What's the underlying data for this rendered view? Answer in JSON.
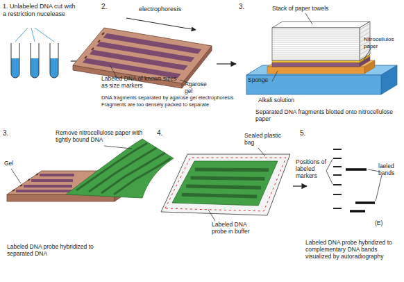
{
  "diagram": {
    "labels": [
      "1. Unlabeled DNA cut with a restriction nucelease",
      "2.",
      "electrophoresis",
      "Labeled DNA of known sizes as size markers",
      "Agarose gel",
      "DNA fragments separated by agarose gel electrophoresis",
      "Fragments are too densely packed to separate",
      "3.",
      "Stack of paper towels",
      "Nitrocellulos paper",
      "Sponge",
      "Alkali solution",
      "Separated DNA fragments blotted onto nitrocellulose paper",
      "3.",
      "Remove nitrocellulose paper with tightly bound DNA",
      "Gel",
      "Labeled DNA probe hybridized to separated DNA",
      "4.",
      "Sealed plastic bag",
      "Labeled DNA probe in buffer",
      "5.",
      "Positions of labeled markers",
      "laeled bands",
      "(E)",
      "Labeled DNA probe hybridized to complementary DNA bands visualized by autoradiography"
    ]
  }
}
